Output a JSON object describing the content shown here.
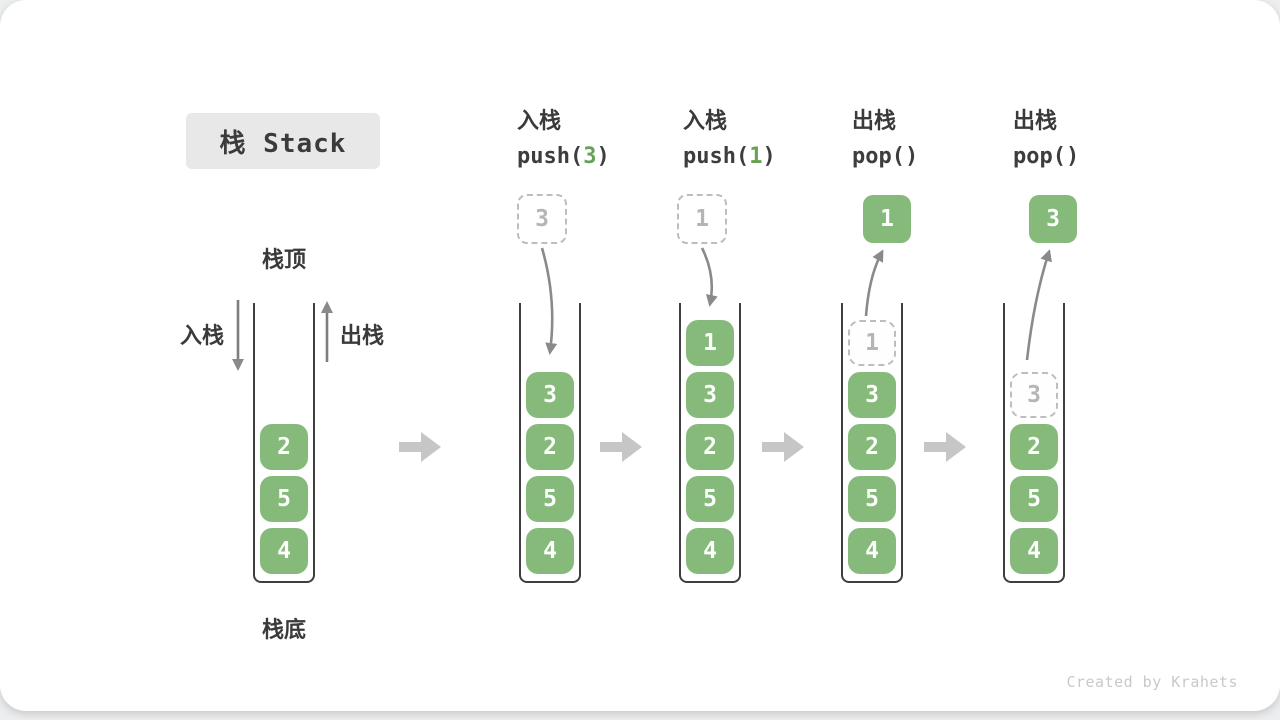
{
  "title": "栈 Stack",
  "side_labels": {
    "stack_top": "栈顶",
    "stack_bottom": "栈底",
    "push_arrow": "入栈",
    "pop_arrow": "出栈"
  },
  "watermark": "Created by Krahets",
  "colors": {
    "item_green": "#86ba7b",
    "code_arg_green": "#64a356",
    "flow_arrow_gray": "#8a8a8a",
    "transition_arrow_gray": "#c6c6c6",
    "dashed_border_gray": "#bdbdbd",
    "title_bg": "#e8e8e8",
    "text_dark": "#3a3a3a"
  },
  "states": [
    {
      "op_name": "",
      "code": null,
      "floating": null,
      "stack_top_to_bottom": [
        {
          "value": "2",
          "style": "solid"
        },
        {
          "value": "5",
          "style": "solid"
        },
        {
          "value": "4",
          "style": "solid"
        }
      ]
    },
    {
      "op_name": "入栈",
      "code": {
        "pre": "push(",
        "arg": "3",
        "post": ")"
      },
      "floating": {
        "value": "3",
        "style": "dashed"
      },
      "stack_top_to_bottom": [
        {
          "value": "3",
          "style": "solid"
        },
        {
          "value": "2",
          "style": "solid"
        },
        {
          "value": "5",
          "style": "solid"
        },
        {
          "value": "4",
          "style": "solid"
        }
      ]
    },
    {
      "op_name": "入栈",
      "code": {
        "pre": "push(",
        "arg": "1",
        "post": ")"
      },
      "floating": {
        "value": "1",
        "style": "dashed"
      },
      "stack_top_to_bottom": [
        {
          "value": "1",
          "style": "solid"
        },
        {
          "value": "3",
          "style": "solid"
        },
        {
          "value": "2",
          "style": "solid"
        },
        {
          "value": "5",
          "style": "solid"
        },
        {
          "value": "4",
          "style": "solid"
        }
      ]
    },
    {
      "op_name": "出栈",
      "code": {
        "pre": "pop(",
        "arg": "",
        "post": ")"
      },
      "floating": {
        "value": "1",
        "style": "solid"
      },
      "stack_top_to_bottom": [
        {
          "value": "1",
          "style": "dashed"
        },
        {
          "value": "3",
          "style": "solid"
        },
        {
          "value": "2",
          "style": "solid"
        },
        {
          "value": "5",
          "style": "solid"
        },
        {
          "value": "4",
          "style": "solid"
        }
      ]
    },
    {
      "op_name": "出栈",
      "code": {
        "pre": "pop(",
        "arg": "",
        "post": ")"
      },
      "floating": {
        "value": "3",
        "style": "solid"
      },
      "stack_top_to_bottom": [
        {
          "value": "3",
          "style": "dashed"
        },
        {
          "value": "2",
          "style": "solid"
        },
        {
          "value": "5",
          "style": "solid"
        },
        {
          "value": "4",
          "style": "solid"
        }
      ]
    }
  ]
}
